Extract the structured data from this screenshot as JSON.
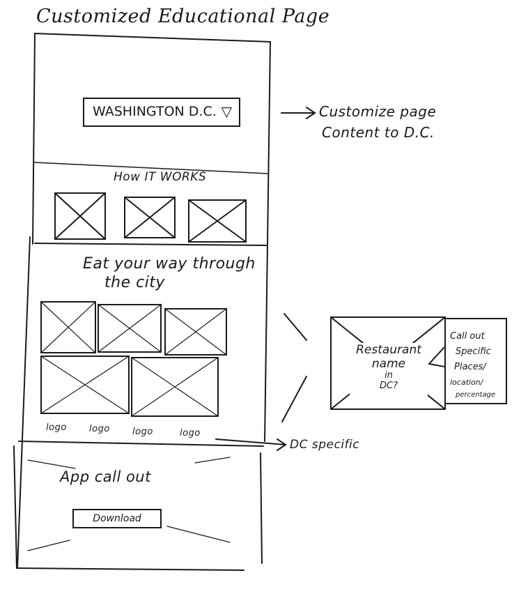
{
  "title": "Customized Educational Page",
  "location_select": {
    "value": "WASHINGTON D.C.",
    "arrow_glyph": "▽"
  },
  "annotations": {
    "customize_line1": "Customize page",
    "customize_line2": "Content to D.C.",
    "dc_specific": "DC specific"
  },
  "how_it_works": {
    "heading": "How IT WORKS"
  },
  "eat_section": {
    "heading_line1": "Eat your way through",
    "heading_line2": "the city"
  },
  "logos": [
    "logo",
    "logo",
    "logo",
    "logo"
  ],
  "restaurant_card": {
    "line1": "Restaurant",
    "line2": "name",
    "line3": "in",
    "line4": "DC?"
  },
  "callout_card": {
    "line1": "Call out",
    "line2": "Specific",
    "line3": "Places/",
    "line4": "location/",
    "line5": "percentage"
  },
  "app_callout": {
    "heading": "App call out",
    "download_label": "Download"
  }
}
